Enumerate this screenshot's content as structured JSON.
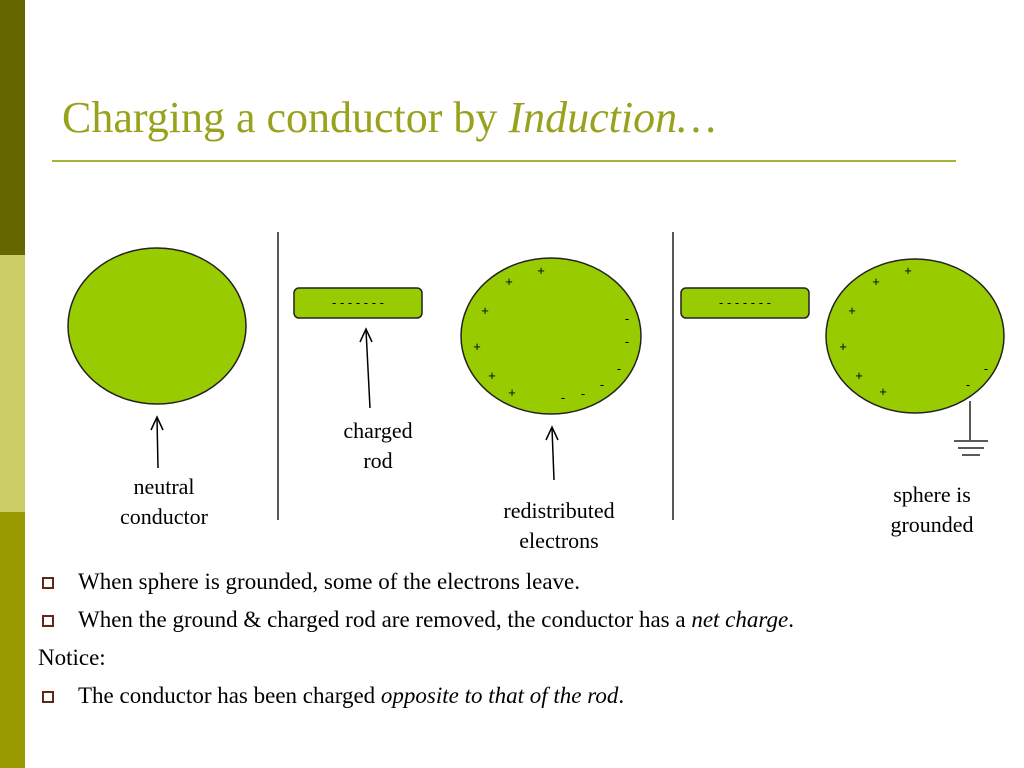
{
  "slide": {
    "title_main": "Charging a conductor by ",
    "title_italic": "Induction…"
  },
  "colors": {
    "accent": "#98a21c",
    "sphere_fill": "#99cc00",
    "sidebar_dark": "#666600",
    "sidebar_light": "#cccc66",
    "sidebar_mid": "#999900"
  },
  "icons": {
    "bullet": "hollow-square-bullet-icon"
  },
  "diagram": {
    "labels": {
      "neutral_1": "neutral",
      "neutral_2": "conductor",
      "rod_1": "charged",
      "rod_2": "rod",
      "redistributed_1": "redistributed",
      "redistributed_2": "electrons",
      "grounded_1": "sphere is",
      "grounded_2": "grounded"
    },
    "rod_charges": "- - - - - - -",
    "plus": "+",
    "minus": "-"
  },
  "bullets": {
    "b1": "When sphere is grounded, some of the electrons leave.",
    "b2_pre": "When the ground & charged rod are removed, the conductor has a ",
    "b2_em": "net charge",
    "b2_post": ".",
    "notice": "Notice:",
    "b3_pre": "The conductor has been charged ",
    "b3_em": "opposite to that of the rod",
    "b3_post": "."
  }
}
